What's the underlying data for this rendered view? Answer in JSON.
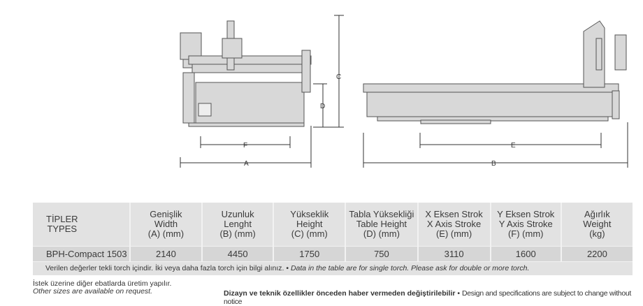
{
  "drawing": {
    "labels": {
      "a": "A",
      "b": "B",
      "c": "C",
      "d": "D",
      "e": "E",
      "f": "F"
    }
  },
  "table": {
    "headers": [
      {
        "tr": "TİPLER",
        "en": "TYPES",
        "unit": ""
      },
      {
        "tr": "Genişlik",
        "en": "Width",
        "unit": "(A) (mm)"
      },
      {
        "tr": "Uzunluk",
        "en": "Lenght",
        "unit": "(B) (mm)"
      },
      {
        "tr": "Yükseklik",
        "en": "Height",
        "unit": "(C) (mm)"
      },
      {
        "tr": "Tabla Yüksekliği",
        "en": "Table Height",
        "unit": "(D) (mm)"
      },
      {
        "tr": "X Eksen Strok",
        "en": "X Axis Stroke",
        "unit": "(E) (mm)"
      },
      {
        "tr": "Y Eksen Strok",
        "en": "Y Axis Stroke",
        "unit": "(F) (mm)"
      },
      {
        "tr": "Ağırlık",
        "en": "Weight",
        "unit": "(kg)"
      }
    ],
    "rows": [
      [
        "BPH-Compact 1503",
        "2140",
        "4450",
        "1750",
        "750",
        "3110",
        "1600",
        "2200"
      ]
    ],
    "note_tr": "Verilen değerler tekli torch içindir. İki veya daha fazla torch için bilgi alınız.",
    "note_sep": " • ",
    "note_en": "Data in the table are for single torch. Please ask for double or more torch."
  },
  "footer": {
    "other_tr": "İstek üzerine diğer ebatlarda üretim yapılır.",
    "other_en": "Other sizes are available on request.",
    "disclaimer_tr": "Dizayn ve teknik özellikler önceden haber vermeden değiştirilebilir",
    "disclaimer_sep": " • ",
    "disclaimer_en": "Design and specifications are subject to change without notice"
  }
}
